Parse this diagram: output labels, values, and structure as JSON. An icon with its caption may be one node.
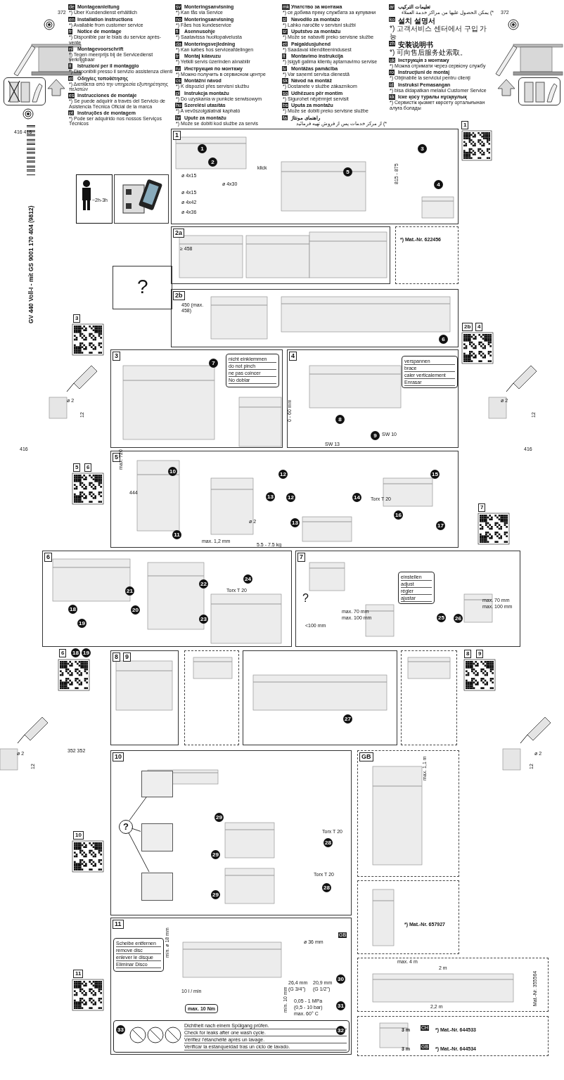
{
  "diagram": {
    "nodes": [
      {
        "text": [
          "1"
        ]
      },
      {
        "text": [
          "2a"
        ]
      },
      {
        "text": [
          "*) Mat.-Nr. 622456"
        ]
      },
      {
        "text": [
          "2b"
        ]
      },
      {
        "text": [
          "3"
        ]
      },
      {
        "text": [
          "nicht einklemmen",
          "do not pinch",
          "ne pas coincer",
          "No doblar"
        ],
        "in": 4
      },
      {
        "text": [
          "4"
        ]
      },
      {
        "text": [
          "verspannen",
          "brace",
          "caler verticalement",
          "Enrasar"
        ],
        "in": 6
      },
      {
        "text": [
          "5"
        ]
      },
      {
        "text": [
          "6"
        ]
      },
      {
        "text": [
          "7"
        ]
      },
      {
        "text": [
          "einstellen",
          "adjust",
          "régler",
          "ajustar"
        ],
        "in": 10
      },
      {
        "text": [
          "8",
          "9"
        ]
      },
      {
        "text": [],
        "shape": "box"
      },
      {
        "text": [],
        "shape": "box"
      },
      {
        "text": [],
        "shape": "box"
      },
      {
        "text": [
          "10"
        ]
      },
      {
        "text": [
          "GB"
        ]
      },
      {
        "text": [
          "*) Mat.-Nr. 657927"
        ]
      },
      {
        "text": [
          "11"
        ]
      },
      {
        "text": [
          "Scheibe entfernen",
          "remove disc",
          "enlever le disque",
          "Eliminar Disco"
        ],
        "in": 19
      },
      {
        "text": [
          "Dichtheit nach einem Spülgang prüfen.",
          "Check for leaks after one wash cycle.",
          "Vérifiez l'étanchéité après un lavage.",
          "Verificar la estanqueidad tras un ciclo de lavado."
        ],
        "in": 19
      },
      {
        "text": [
          "max. 10 Nm"
        ],
        "in": 19
      },
      {
        "text": [
          "Mat.-Nr. 355564"
        ]
      },
      {
        "text": [
          "3 m",
          "*) Mat.-Nr. 644533",
          "3 m",
          "*) Mat.-Nr. 644534"
        ]
      },
      {
        "text": [
          "?"
        ]
      },
      {
        "text": [
          "~2h-3h"
        ]
      },
      {
        "text": [],
        "shape": "picture"
      },
      {
        "text": [],
        "shape": "picture"
      },
      {
        "text": [],
        "shape": "picture"
      },
      {
        "text": [
          "?"
        ],
        "in": 16
      },
      {
        "text": [],
        "shape": "box",
        "in": 16
      },
      {
        "text": [],
        "shape": "box",
        "in": 16
      },
      {
        "text": [],
        "shape": "box",
        "in": 16
      }
    ],
    "edges": [
      {
        "from": 30,
        "to": 31,
        "arrow": "none"
      },
      {
        "from": 30,
        "to": 32,
        "arrow": "none"
      },
      {
        "from": 30,
        "to": 33,
        "arrow": "none"
      }
    ],
    "labels": [
      "372",
      "372",
      "416 416",
      "GV 440 Voll-I - mit GS   9001 170 404 (9812)",
      "de",
      "Montageanleitung",
      "*) Über Kundendienst erhältlich",
      "en",
      "Installation instructions",
      "*) Available from customer service",
      "fr",
      "Notice de montage",
      "*) Disponible par le biais du service après-vente",
      "nl",
      "Montagevoorschrift",
      "*) Tegen meerprijs bij de Servicedienst verkrijgbaar",
      "it",
      "Istruzioni per il montaggio",
      "*) Disponibili presso il servizio assistenza clienti",
      "el",
      "Οδηγίες τοποθέτησης",
      "*) Διατίθεται από την υπηρεσία εξυπηρέτησης πελατών",
      "es",
      "Instrucciones de montaje",
      "*) Se puede adquirir a través del Servicio de Asistencia Técnica Oficial de la marca",
      "pt",
      "Instruções de montagem",
      "*) Pode ser adquirido nos nossos Serviços Técnicos",
      "sv",
      "Monteringsanvisning",
      "*) Kan fås via Service",
      "no",
      "Monteringsanvisning",
      "*) Fåes hos kundeservice",
      "fi",
      "Asennusohje",
      "*) Saatavissa huoltopalvelusta",
      "da",
      "Monteringsvejledning",
      "*) Kan købes hos serviceafdelingen",
      "tr",
      "Montaj kılavuzu",
      "*) Yetkili servis üzerinden alınabilir",
      "ru",
      "Инструкция по монтажу",
      "*) Можно получить в сервисном центре",
      "cs",
      "Montážní návod",
      "*) K dispozici přes servisní službu",
      "pl",
      "Instrukcja montażu",
      "*) Do uzyskania w punkcie serwisowym",
      "hu",
      "Szerelési utasítás",
      "*) A vevőszolgálatnál kapható",
      "hr",
      "Upute za montažu",
      "*) Može se dobiti kod službe za servis",
      "mk",
      "Упатство за монтажа",
      "*) се добива преку службата за купувачи",
      "sl",
      "Navodilo za montažo",
      "*) Lahko naročite v servisni službi",
      "sr",
      "Uputstvo za montažu",
      "*) Može se nabaviti preko servisne službe",
      "et",
      "Paigaldusjuhend",
      "*) Saadaval klienditeenindusest",
      "lt",
      "Montavimo instrukcija",
      "*) Įsigyti galima klientų aptarnavimo servise",
      "lv",
      "Montāžas pamācība",
      "*) Var saņemt servisa dienestā",
      "sk",
      "Návod na montáž",
      "*) Dostanete v službe zákazníkom",
      "sq",
      "Udhëzues për montim",
      "*) Sigurohet nëpërmjet servisit",
      "bs",
      "Uputa za montažu",
      "*) Može se dobiti preko servisne službe",
      "fa",
      "راهنمای مونتاژ",
      "*) از مرکز خدمات پس از فروش تهیه فرمائید",
      "ar",
      "تعليمات التركيب",
      "*) يمكن الحصول عليها من مراكز خدمة العملاء",
      "ko",
      "설치 설명서",
      "*) 고객서비스 센터에서 구입 가능",
      "zh",
      "安装说明书",
      "*) 可向售后服务处索取。",
      "uk",
      "Інструкція з монтажу",
      "*) Можна отримати через сервісну службу",
      "ro",
      "Instrucţiuni de montaj",
      "*) Obţinabile la serviciul pentru clienţi",
      "id",
      "Instruksi Pemasangan",
      "*) bisa didapatkan melalui Customer Service",
      "kk",
      "Іске қосу туралы нұсқаулық",
      "*) Сервистік қызмет көрсету орталығынан алуға болады",
      "ø 4x15",
      "ø 4x30",
      "ø 4x15",
      "ø 4x42",
      "ø 4x36",
      "klick",
      "815 - 875",
      "≥ 458",
      "450 (max. 458)",
      "?",
      "1",
      "2",
      "3",
      "4",
      "5",
      "6",
      "7",
      "8",
      "9",
      "10",
      "11",
      "12",
      "13",
      "12",
      "13",
      "14",
      "15",
      "16",
      "17",
      "18",
      "19",
      "20",
      "21",
      "22",
      "23",
      "24",
      "25",
      "26",
      "27",
      "28",
      "28",
      "29",
      "29",
      "29",
      "30",
      "31",
      "33",
      "32",
      "0 - 60 mm",
      "SW 13",
      "SW 10",
      "max. 720",
      "444",
      "ø 2",
      "max. 1,2 mm",
      "5.5 - 7.5 kg",
      "Torx T 20",
      "Torx T 20",
      "max. 70 mm",
      "max. 100 mm",
      "<100 mm",
      "max. 70 mm",
      "max. 100 mm",
      "Torx T 20",
      "Torx T 20",
      "max. 1,1 m",
      "min. ø 18 mm",
      "10 l / min",
      "ø 36 mm",
      "26,4 mm",
      "20,9 mm",
      "(G 3/4\")",
      "(G 1/2\")",
      "min. 10 mm",
      "0,05 - 1 MPa",
      "(0,5 - 10 bar)",
      "max. 60° C",
      "GB",
      "max. 4 m",
      "2 m",
      "2,2 m",
      "ø 2",
      "12",
      "416",
      "ø 2",
      "12",
      "416",
      "ø 2",
      "12",
      "352 352",
      "ø 2",
      "12",
      "1",
      "3",
      "2b",
      "4",
      "5",
      "6",
      "7",
      "6",
      "18",
      "19",
      "8",
      "9",
      "10",
      "11",
      "CH",
      "GB"
    ]
  }
}
